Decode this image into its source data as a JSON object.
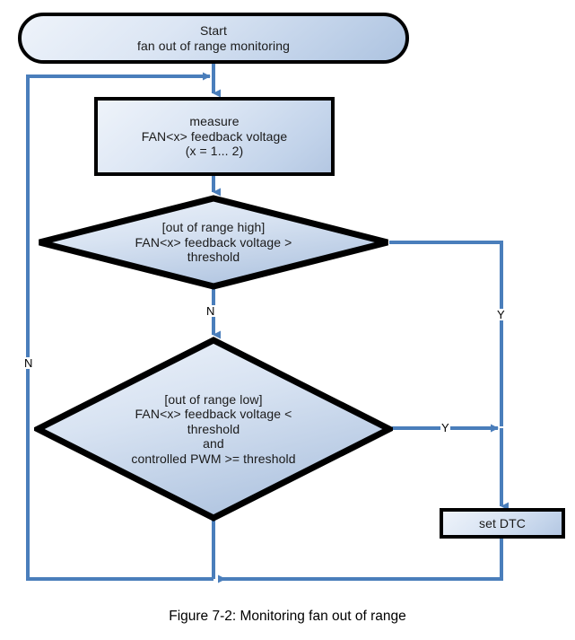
{
  "figure": {
    "caption": "Figure 7-2: Monitoring fan out of range"
  },
  "theme": {
    "node_fill_light": "#eef3fa",
    "node_fill_dark": "#adc3e0",
    "node_stroke": "#000000",
    "edge_color": "#4a7ebb",
    "background": "#ffffff",
    "text_color": "#000000"
  },
  "nodes": {
    "start": {
      "type": "terminator",
      "text": "Start\nfan out of range monitoring"
    },
    "measure": {
      "type": "process",
      "text": "measure\nFAN<x> feedback voltage\n(x = 1... 2)"
    },
    "out_of_range_high": {
      "type": "decision",
      "text": "[out of range high]\nFAN<x> feedback voltage >\nthreshold"
    },
    "out_of_range_low": {
      "type": "decision",
      "text": "[out of range low]\nFAN<x> feedback voltage <\nthreshold\nand\ncontrolled PWM >= threshold"
    },
    "set_dtc": {
      "type": "process",
      "text": "set DTC"
    }
  },
  "edge_labels": {
    "high_no": "N",
    "high_yes": "Y",
    "low_no": "N",
    "low_yes": "Y"
  },
  "flow": [
    {
      "from": "start",
      "to": "measure",
      "label": ""
    },
    {
      "from": "measure",
      "to": "out_of_range_high",
      "label": ""
    },
    {
      "from": "out_of_range_high",
      "to": "out_of_range_low",
      "label": "N"
    },
    {
      "from": "out_of_range_high",
      "to": "set_dtc",
      "label": "Y"
    },
    {
      "from": "out_of_range_low",
      "to": "set_dtc",
      "label": "Y"
    },
    {
      "from": "out_of_range_low",
      "to": "measure",
      "label": "N"
    },
    {
      "from": "set_dtc",
      "to": "measure",
      "label": ""
    }
  ]
}
